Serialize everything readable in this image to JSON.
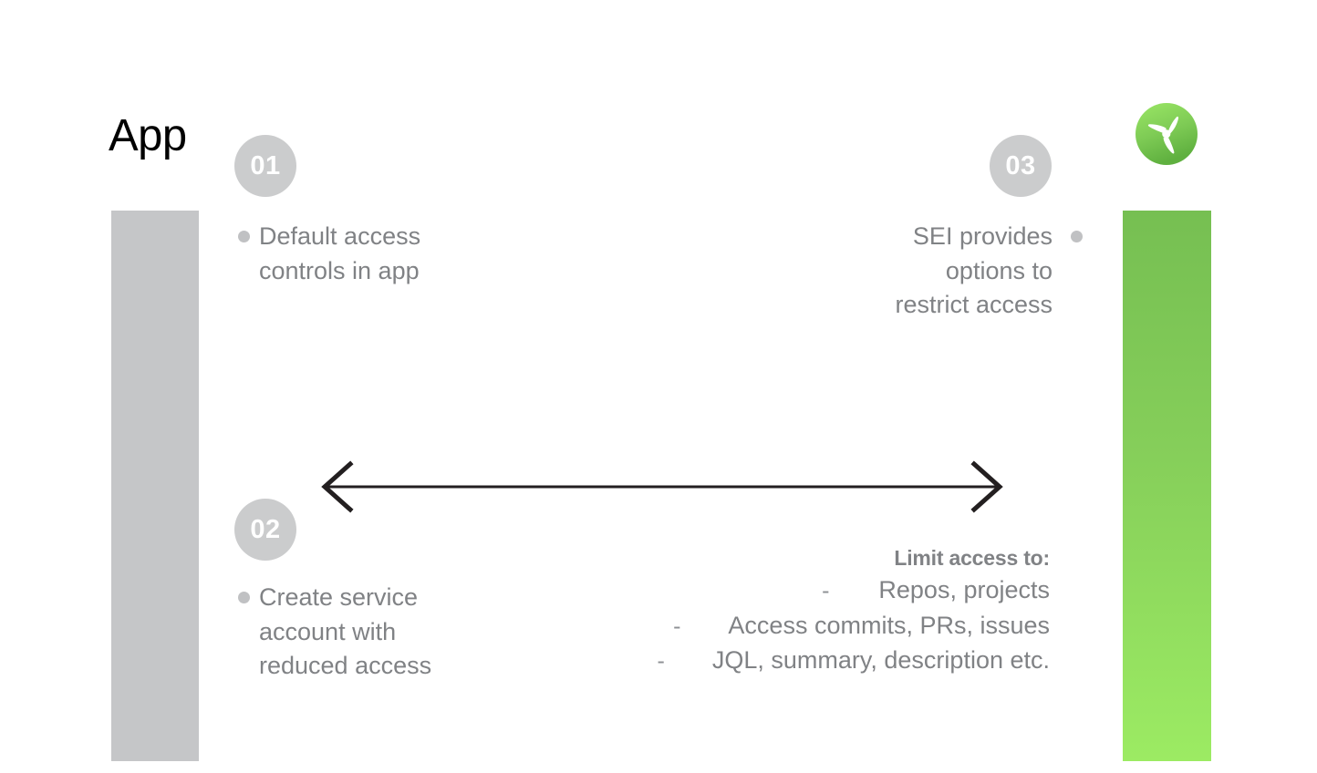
{
  "title": "App",
  "logo": {
    "name": "propeller-logo",
    "circle_color": "#7dc95a",
    "blade_color": "#ffffff"
  },
  "bars": {
    "left": {
      "name": "app-bar-gray",
      "color": "#c5c6c8"
    },
    "right": {
      "name": "sei-bar-green",
      "color_top": "#76bf52",
      "color_bottom": "#9ceb63"
    }
  },
  "steps": [
    {
      "number": "01",
      "text": "Default access\ncontrols in app"
    },
    {
      "number": "02",
      "text": "Create service\naccount with\nreduced access"
    },
    {
      "number": "03",
      "text": "SEI provides\noptions to\nrestrict access"
    }
  ],
  "arrow": {
    "name": "double-headed-arrow",
    "color": "#231f20"
  },
  "limit_access": {
    "heading": "Limit access to:",
    "dash": "-",
    "items": [
      "Repos, projects",
      "Access commits, PRs, issues",
      "JQL, summary, description etc."
    ]
  },
  "colors": {
    "body_text": "#808285",
    "circle_bg": "#cbcccd",
    "bullet": "#c0c1c3"
  }
}
